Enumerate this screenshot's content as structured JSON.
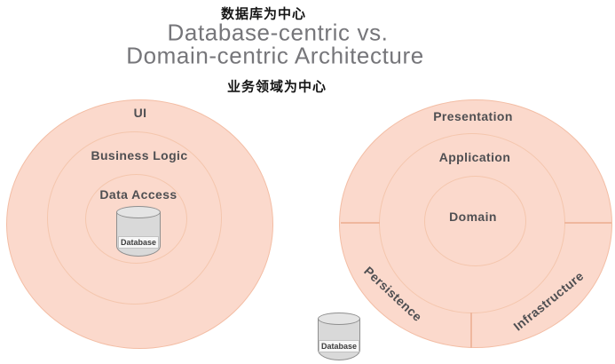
{
  "title": {
    "chinese_top": "数据库为中心",
    "line1": "Database-centric vs.",
    "line2": "Domain-centric Architecture",
    "chinese_bottom": "业务领域为中心"
  },
  "left_diagram": {
    "rings": [
      {
        "label": "UI"
      },
      {
        "label": "Business Logic"
      },
      {
        "label": "Data Access"
      }
    ],
    "database_label": "Database"
  },
  "right_diagram": {
    "rings": [
      {
        "label": "Presentation"
      },
      {
        "label": "Application"
      },
      {
        "label": "Domain"
      }
    ],
    "outer_sectors": [
      {
        "label": "Persistence"
      },
      {
        "label": "Infrastructure"
      }
    ],
    "database_label": "Database"
  },
  "colors": {
    "circle_fill": "#fbd9cc",
    "circle_outline": "#f3bda4",
    "ring_line": "#f4c6ad",
    "divider_line": "#efb79e",
    "label_text": "#4f4f52",
    "title_text": "#76767a",
    "chinese_text": "#141414",
    "cylinder_fill": "#d9d9d9",
    "cylinder_top": "#e4e4e4",
    "cylinder_border": "#8f8f8f"
  }
}
